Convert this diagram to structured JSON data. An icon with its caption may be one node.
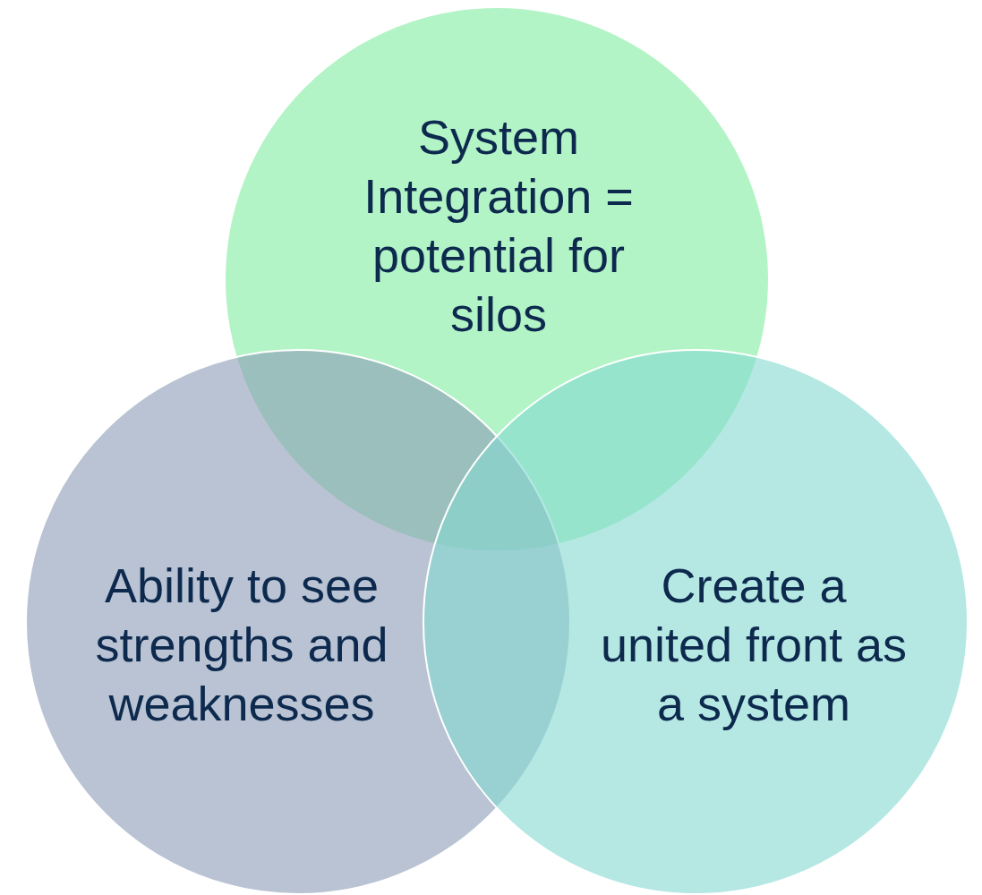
{
  "diagram": {
    "nodes": [
      {
        "text": [
          "System Integration = potential for silos"
        ]
      },
      {
        "text": [
          "Ability to see strengths and weaknesses"
        ]
      },
      {
        "text": [
          "Create a united front as a system"
        ]
      }
    ]
  }
}
